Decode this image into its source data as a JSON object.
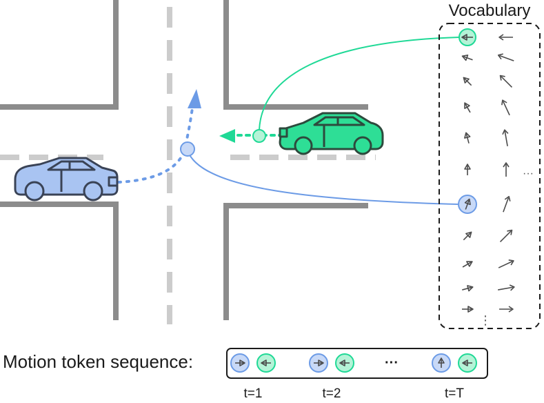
{
  "vocabulary": {
    "title": "Vocabulary",
    "column1_angles": [
      180,
      200,
      225,
      240,
      255,
      270,
      290,
      315,
      330,
      345,
      0
    ],
    "column2_angles": [
      180,
      200,
      225,
      245,
      260,
      270,
      290,
      315,
      335,
      350,
      0
    ],
    "more_columns": "···",
    "more_rows": "⋮"
  },
  "sequence": {
    "label": "Motion token sequence:",
    "ellipsis": "···",
    "steps": [
      {
        "time": "t=1",
        "blue_angle": 0,
        "green_angle": 180
      },
      {
        "time": "t=2",
        "blue_angle": 0,
        "green_angle": 180
      },
      {
        "time": "t=T",
        "blue_angle": 270,
        "green_angle": 180
      }
    ]
  },
  "colors": {
    "road": "#8c8c8c",
    "lane_dash": "#cccccc",
    "blue_car": "#a9c4f2",
    "blue_accent": "#6c9be6",
    "green_car": "#2ede96",
    "green_accent": "#1fd996",
    "token_blue_fill": "#c8d9f7",
    "token_green_fill": "#b5f3d7",
    "arrow_gray": "#4a4a4a"
  }
}
